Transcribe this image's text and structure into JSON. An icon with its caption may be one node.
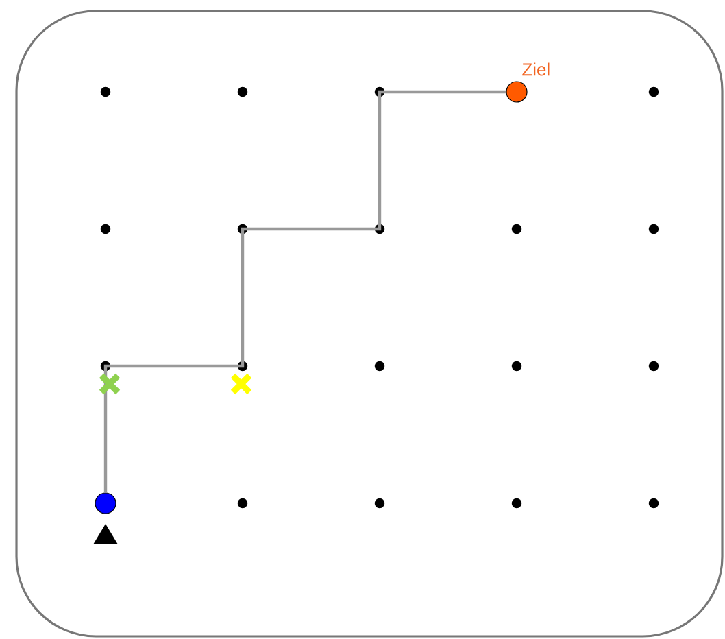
{
  "diagram": {
    "nodes": [
      {
        "text": [],
        "shape": "circle"
      },
      {
        "text": [],
        "shape": "circle",
        "beside": [
          "Ziel"
        ]
      }
    ],
    "edges": [
      {
        "from": 0,
        "to": 1,
        "arrow": "none"
      }
    ]
  }
}
